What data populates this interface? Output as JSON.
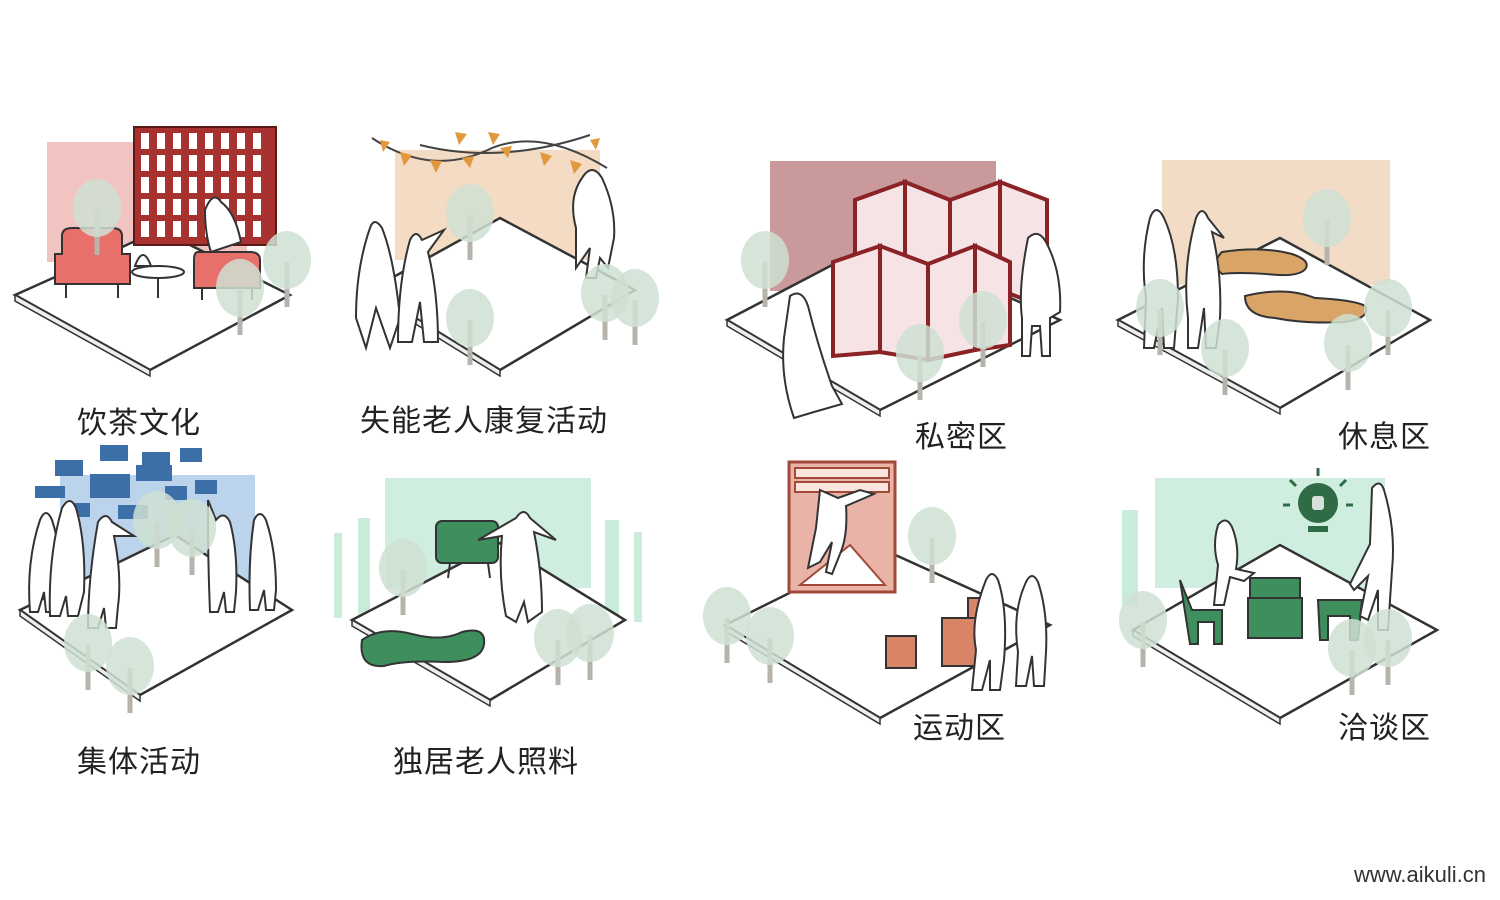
{
  "panels": [
    {
      "label": "饮茶文化"
    },
    {
      "label": "失能老人康复活动"
    },
    {
      "label": "私密区"
    },
    {
      "label": "休息区"
    },
    {
      "label": "集体活动"
    },
    {
      "label": "独居老人照料"
    },
    {
      "label": "运动区"
    },
    {
      "label": "洽谈区"
    }
  ],
  "watermark": "www.aikuli.cn",
  "colors": {
    "tea_bg": "#f2c4c1",
    "rehab_bg": "#f3dcc3",
    "private_bg": "#c9999b",
    "rest_bg": "#f2dcc6",
    "group_bg": "#bcd3ec",
    "care_bg": "#cfeee0",
    "sport_bg": "#e9b3a8",
    "talk_bg": "#cfeee0",
    "tree": "#cfe0d2",
    "red": "#a8322f",
    "green": "#3f8f5e",
    "blue": "#3c6fa8",
    "tan": "#d9a566",
    "orange": "#d79070"
  }
}
